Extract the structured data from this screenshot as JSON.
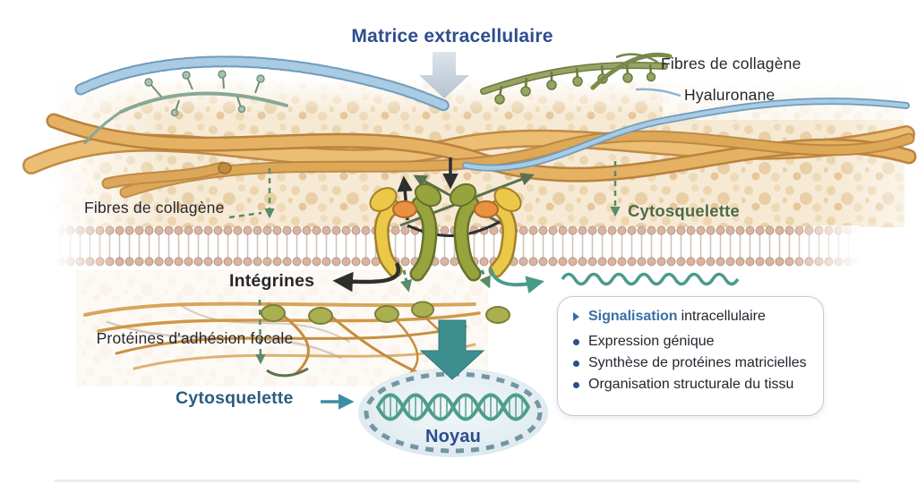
{
  "labels": {
    "title": "Matrice extracellulaire",
    "collagen_right": "Fibres de collagène",
    "hyaluronan": "Hyaluronane",
    "collagen_left": "Fibres de collagène",
    "cytoskeleton_right": "Cytosquelette",
    "integrins": "Intégrines",
    "focal_adhesion": "Protéines d'adhésion focale",
    "cytoskeleton_bottom": "Cytosquelette",
    "nucleus": "Noyau"
  },
  "info_box": {
    "items": [
      {
        "bullet": "triangle-right",
        "highlight": "Signalisation",
        "rest": "intracellulaire"
      },
      {
        "bullet": "dot",
        "text": "Expression génique"
      },
      {
        "bullet": "dot",
        "text": "Synthèse de protéines matricielles"
      },
      {
        "bullet": "dot",
        "text": "Organisation structurale du tissu"
      }
    ]
  },
  "colors": {
    "accent_blue": "#2d4d8e",
    "label_dark": "#26262e",
    "green_label": "#4d6b4a",
    "teal_arrow": "#3a8c8c",
    "cyan_label": "#2b5d80",
    "signal_blue": "#3a6ea8",
    "collagen_tan": "#ecbe74",
    "hyaluronan_blue": "#9fc3e0",
    "integrin_yellow": "#ecc848",
    "integrin_olive": "#97a43e",
    "integrin_orange": "#e8923f"
  }
}
